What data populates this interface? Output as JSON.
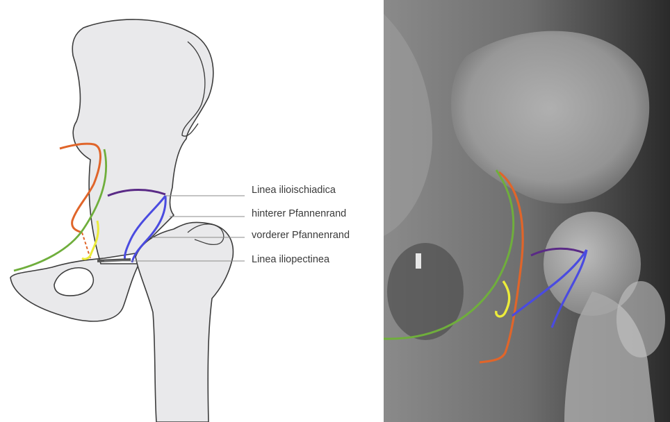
{
  "labels": {
    "ilioischiadica": "Linea ilioischiadica",
    "hinterer": "hinterer Pfannenrand",
    "vorderer": "vorderer Pfannenrand",
    "iliopectinea": "Linea iliopectinea"
  },
  "colors": {
    "bone_fill": "#e9e9eb",
    "bone_outline": "#3c3c3c",
    "leader": "#8a8a8a",
    "orange_line": "#e0652a",
    "green_line": "#6fae3c",
    "purple_line": "#5a2a86",
    "blue_line": "#4a4be0",
    "yellow_line": "#ecec3a",
    "xray_dark": "#1a1a1a",
    "xray_light": "#cfcfcf"
  }
}
